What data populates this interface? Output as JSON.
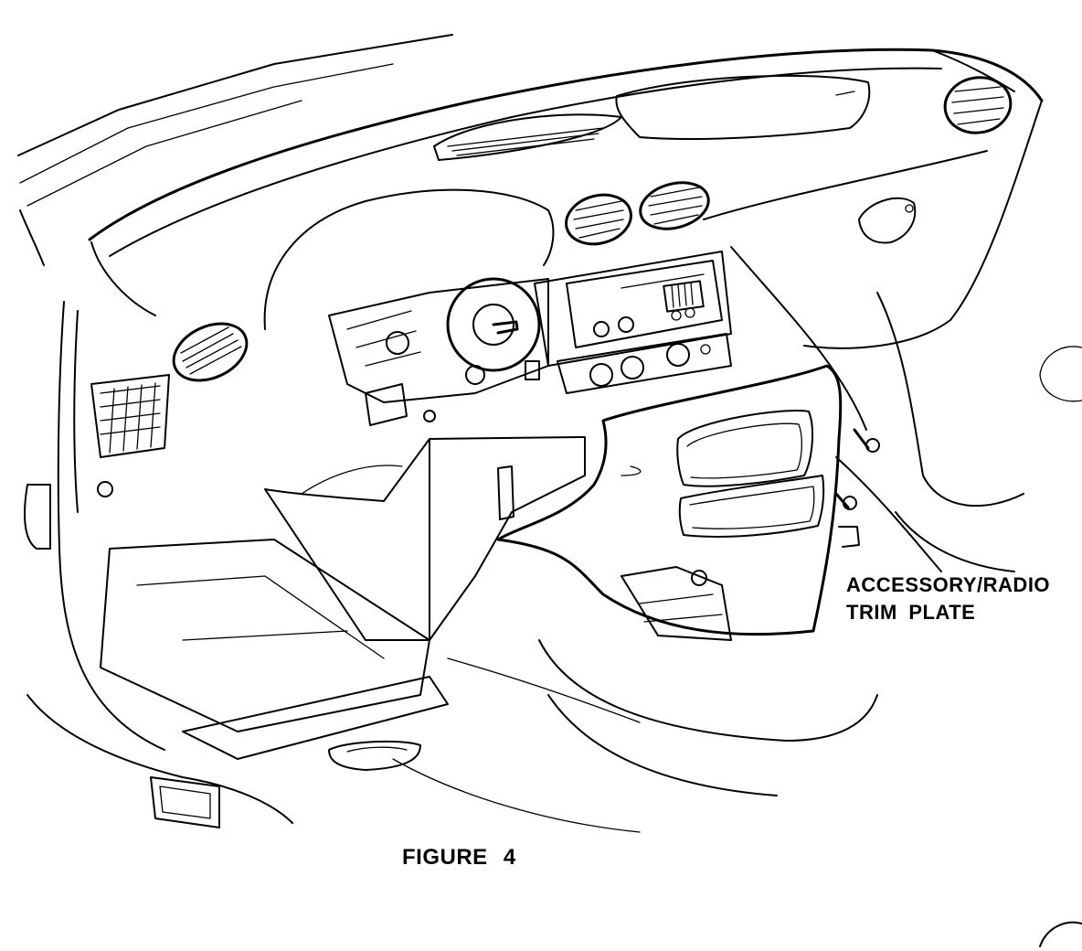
{
  "figure": {
    "caption": "FIGURE 4",
    "callout": {
      "line1": "ACCESSORY/RADIO",
      "line2": "TRIM  PLATE"
    }
  },
  "colors": {
    "ink": "#000000",
    "paper": "#ffffff"
  }
}
